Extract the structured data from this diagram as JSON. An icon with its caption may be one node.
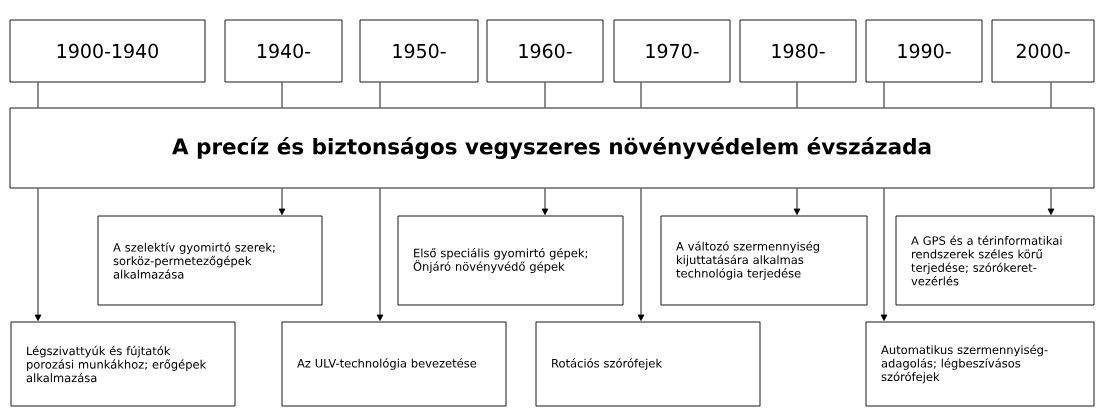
{
  "diagram": {
    "nodes": [
      {
        "text": [
          "1900-1940"
        ]
      },
      {
        "text": [
          "1940-"
        ]
      },
      {
        "text": [
          "1950-"
        ]
      },
      {
        "text": [
          "1960-"
        ]
      },
      {
        "text": [
          "1970-"
        ]
      },
      {
        "text": [
          "1980-"
        ]
      },
      {
        "text": [
          "1990-"
        ]
      },
      {
        "text": [
          "2000-"
        ]
      },
      {
        "text": [
          "A precíz és biztonságos vegyszeres növényvédelem évszázada"
        ]
      },
      {
        "text": [
          "A szelektív gyomirtó szerek; sorköz-permetezőgépek alkalmazása"
        ]
      },
      {
        "text": [
          "Első speciális gyomirtó gépek; Önjáró növényvédő gépek"
        ]
      },
      {
        "text": [
          "A változó szermennyiség kijuttatására alkalmas technológia terjedése"
        ]
      },
      {
        "text": [
          "A GPS és a térinformatikai rendszerek széles körű terjedése; szórókeret-vezérlés"
        ]
      },
      {
        "text": [
          "Légszivattyúk és fújtatók porozási munkákhoz; erőgépek alkalmazása"
        ]
      },
      {
        "text": [
          "Az ULV-technológia bevezetése"
        ]
      },
      {
        "text": [
          "Rotációs szórófejek"
        ]
      },
      {
        "text": [
          "Automatikus szermennyiség-adagolás; légbeszívásos szórófejek"
        ]
      }
    ],
    "edges": [
      {
        "from": 0,
        "to": 8,
        "arrow": "none"
      },
      {
        "from": 1,
        "to": 8,
        "arrow": "none"
      },
      {
        "from": 2,
        "to": 8,
        "arrow": "none"
      },
      {
        "from": 3,
        "to": 8,
        "arrow": "none"
      },
      {
        "from": 4,
        "to": 8,
        "arrow": "none"
      },
      {
        "from": 5,
        "to": 8,
        "arrow": "none"
      },
      {
        "from": 6,
        "to": 8,
        "arrow": "none"
      },
      {
        "from": 7,
        "to": 8,
        "arrow": "none"
      },
      {
        "from": 8,
        "to": 13,
        "arrow": "to"
      },
      {
        "from": 8,
        "to": 9,
        "arrow": "to"
      },
      {
        "from": 8,
        "to": 14,
        "arrow": "to"
      },
      {
        "from": 8,
        "to": 10,
        "arrow": "to"
      },
      {
        "from": 8,
        "to": 15,
        "arrow": "to"
      },
      {
        "from": 8,
        "to": 11,
        "arrow": "to"
      },
      {
        "from": 8,
        "to": 16,
        "arrow": "to"
      },
      {
        "from": 8,
        "to": 12,
        "arrow": "to"
      }
    ]
  }
}
